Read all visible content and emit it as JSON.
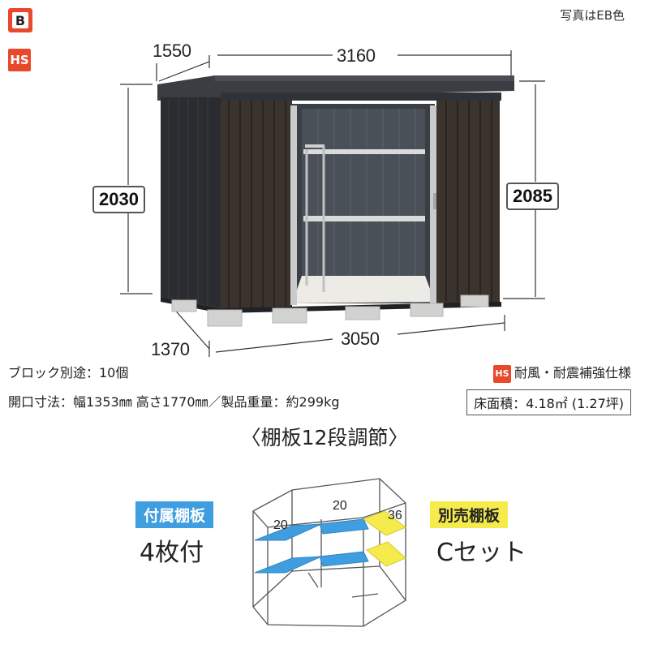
{
  "badges": {
    "lb": "B",
    "hs": "HS"
  },
  "photo_note": "写真はEB色",
  "dimensions": {
    "depth_top": "1550",
    "width_top": "3160",
    "height_left": "2030",
    "height_right": "2085",
    "depth_bottom": "1370",
    "width_bottom": "3050"
  },
  "specs": {
    "block": "ブロック別途：10個",
    "hs_badge": "HS",
    "feature": "耐風・耐震補強仕様",
    "opening": "開口寸法：幅1353㎜ 高さ1770㎜／製品重量：約299kg",
    "floor_area": "床面積：4.18㎡ (1.27坪)"
  },
  "shelf": {
    "title": "〈棚板12段調節〉",
    "included_tag": "付属棚板",
    "included_count": "4枚付",
    "sold_tag": "別売棚板",
    "sold_set": "Cセット",
    "label_left": "20",
    "label_mid": "20",
    "label_right": "36"
  },
  "colors": {
    "brand_red": "#e8492b",
    "shelf_blue": "#3f9ee0",
    "shelf_yellow": "#f6eb4c",
    "shed_dark": "#2f3236"
  }
}
